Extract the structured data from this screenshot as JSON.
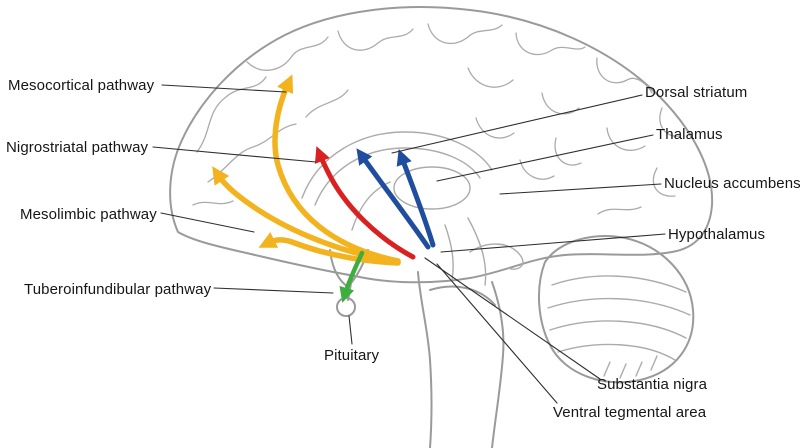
{
  "labels": {
    "mesocortical": "Mesocortical pathway",
    "nigrostriatal": "Nigrostriatal pathway",
    "mesolimbic": "Mesolimbic pathway",
    "tuberoinfundibular": "Tuberoinfundibular pathway",
    "pituitary": "Pituitary",
    "dorsal_striatum": "Dorsal striatum",
    "thalamus": "Thalamus",
    "nucleus_accumbens": "Nucleus accumbens",
    "hypothalamus": "Hypothalamus",
    "substantia_nigra": "Substantia nigra",
    "ventral_tegmental_area": "Ventral tegmental area"
  },
  "colors": {
    "yellow": "#F2B31F",
    "red": "#D92121",
    "blue": "#1F4E9E",
    "green": "#3DAE3D",
    "outline": "#9A9A9A",
    "gyri": "#ABABAB",
    "leader": "#2E2E2E"
  }
}
